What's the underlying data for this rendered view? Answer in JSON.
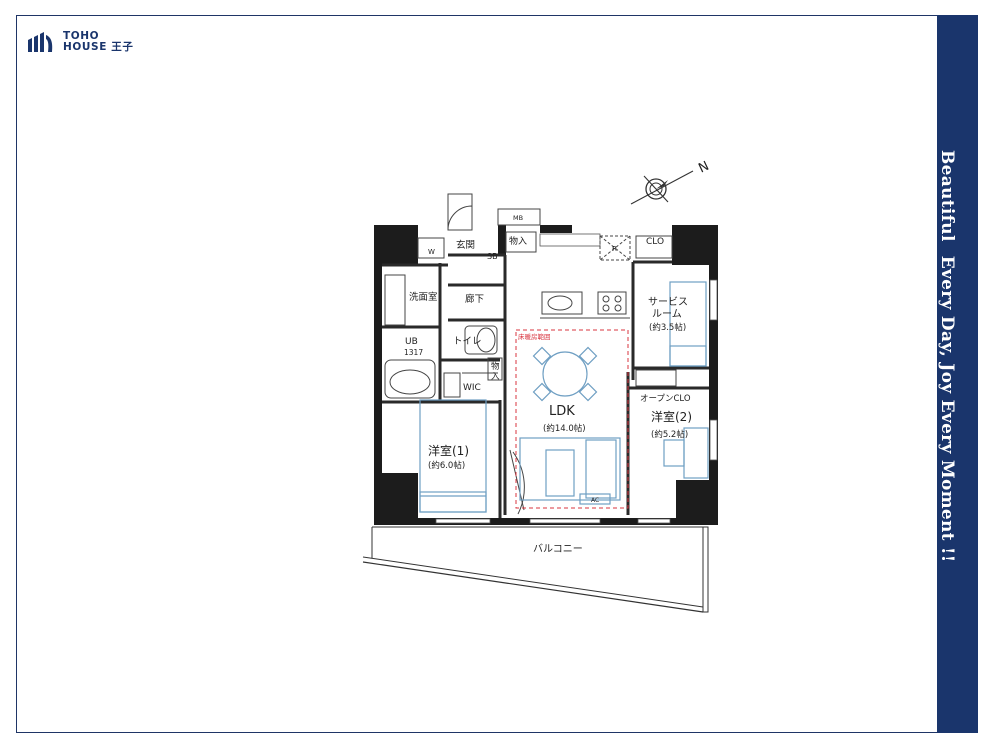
{
  "brand": {
    "line1": "TOHO",
    "line2": "HOUSE 王子"
  },
  "tagline": {
    "part1": "Beautiful",
    "part2": "Every Day, Joy Every Moment !!"
  },
  "compass": {
    "north_label": "N"
  },
  "rooms": {
    "ldk": {
      "name": "LDK",
      "size": "(約14.0帖)"
    },
    "floor_heating": "床暖房範囲",
    "bedroom1": {
      "name": "洋室(1)",
      "size": "(約6.0帖)"
    },
    "bedroom2": {
      "name": "洋室(2)",
      "size": "(約5.2帖)"
    },
    "service_room": {
      "line1": "サービス",
      "line2": "ルーム",
      "size": "(約3.5帖)"
    },
    "open_clo": "オープンCLO",
    "clo": "CLO",
    "entrance": "玄関",
    "sb": "SB",
    "hallway": "廊下",
    "washroom": "洗面室",
    "ub": "UB",
    "ub_size": "1317",
    "toilet": "トイレ",
    "storage1": "物入",
    "storage2_line1": "物",
    "storage2_line2": "入",
    "wic": "WIC",
    "mb": "MB",
    "w": "W",
    "r": "R",
    "ac": "AC",
    "balcony": "バルコニー"
  },
  "colors": {
    "brand_navy": "#1a356c",
    "wall": "#1c1c1c",
    "furniture": "#6f9fc3",
    "floor_heating": "#d9343f"
  }
}
